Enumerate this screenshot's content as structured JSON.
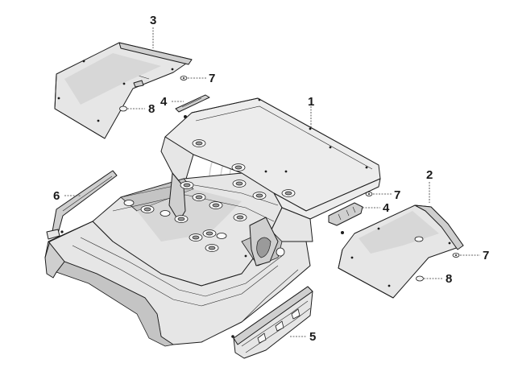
{
  "callouts": {
    "c3": "3",
    "c7a": "7",
    "c4a": "4",
    "c8a": "8",
    "c1": "1",
    "c2": "2",
    "c6": "6",
    "c7b": "7",
    "c4b": "4",
    "c7c": "7",
    "c8b": "8",
    "c5": "5"
  }
}
